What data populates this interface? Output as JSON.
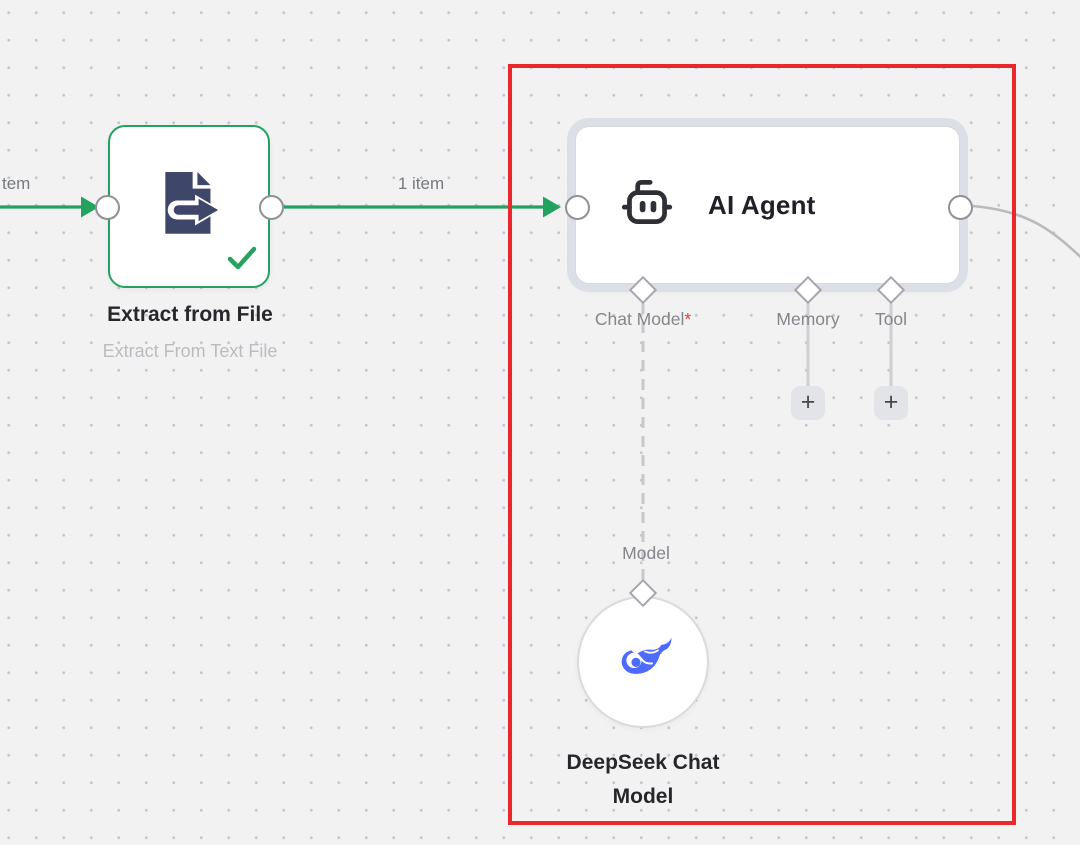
{
  "canvas": {
    "background": "#f2f2f3",
    "grid_dot_color": "#c7c7c9"
  },
  "colors": {
    "connection_green": "#23a15f",
    "highlight_red": "#e8282c",
    "extract_icon_navy": "#3e4769",
    "deepseek_blue": "#4d6bfe",
    "selected_ring_gray": "#dcdfe6"
  },
  "edges": {
    "incoming_label": "tem",
    "main_label": "1 item"
  },
  "extract_node": {
    "title": "Extract from File",
    "subtitle": "Extract From Text File",
    "icon": "file-export-icon",
    "status_icon": "check-icon"
  },
  "agent_node": {
    "title": "AI Agent",
    "icon": "robot-icon",
    "sub_inputs": [
      {
        "label": "Chat Model",
        "required_marker": "*"
      },
      {
        "label": "Memory",
        "required_marker": ""
      },
      {
        "label": "Tool",
        "required_marker": ""
      }
    ],
    "add_button_label": "+"
  },
  "model_node": {
    "connector_label": "Model",
    "title_line1": "DeepSeek Chat",
    "title_line2": "Model",
    "icon": "deepseek-whale-icon"
  }
}
